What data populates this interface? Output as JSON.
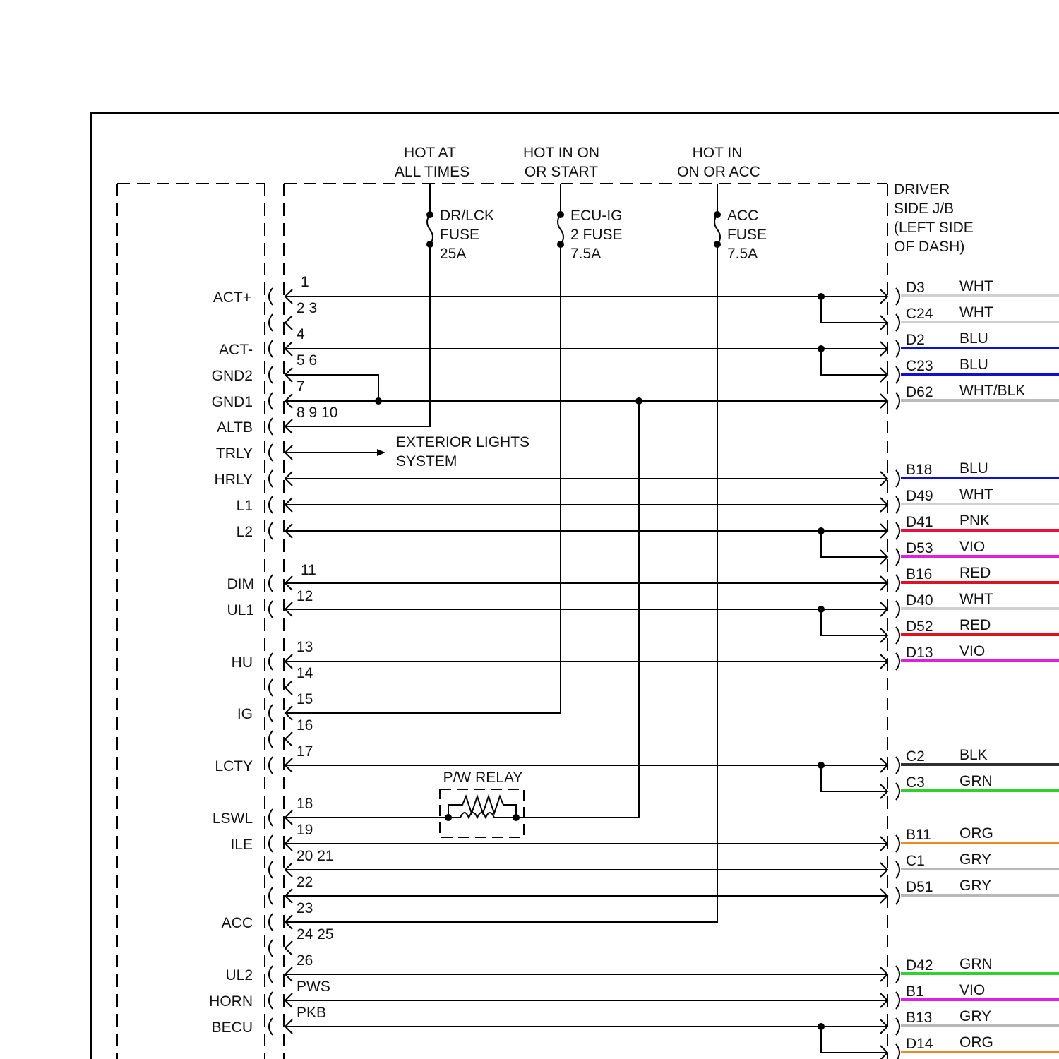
{
  "power_sources": [
    {
      "id": "drlck",
      "hot_label": [
        "HOT AT",
        "ALL TIMES"
      ],
      "fuse_label": [
        "DR/LCK",
        "FUSE",
        "25A"
      ]
    },
    {
      "id": "ecuig",
      "hot_label": [
        "HOT IN ON",
        "OR START"
      ],
      "fuse_label": [
        "ECU-IG",
        "2 FUSE",
        "7.5A"
      ]
    },
    {
      "id": "acc",
      "hot_label": [
        "HOT IN",
        "ON OR ACC"
      ],
      "fuse_label": [
        "ACC",
        "FUSE",
        "7.5A"
      ]
    }
  ],
  "junction_block_label": [
    "DRIVER",
    "SIDE J/B",
    "(LEFT SIDE",
    "OF DASH)"
  ],
  "ecu_pins": [
    "ACT+",
    "ACT-",
    "GND2",
    "GND1",
    "ALTB",
    "TRLY",
    "HRLY",
    "L1",
    "L2",
    "DIM",
    "UL1",
    "HU",
    "IG",
    "LCTY",
    "LSWL",
    "ILE",
    "ACC",
    "UL2",
    "HORN",
    "BECU"
  ],
  "pin_numbers": [
    "1",
    "2 3",
    "4",
    "5 6",
    "7",
    "8 9 10",
    "11",
    "12",
    "13",
    "14",
    "15",
    "16",
    "17",
    "18",
    "19",
    "20 21",
    "22",
    "23",
    "24 25",
    "26",
    "PWS",
    "PKB"
  ],
  "exterior_lights_label": [
    "EXTERIOR LIGHTS",
    "SYSTEM"
  ],
  "relay_label": "P/W RELAY",
  "connectors": [
    {
      "code": "D3",
      "wire": "WHT",
      "color": "#d0d0d0"
    },
    {
      "code": "C24",
      "wire": "WHT",
      "color": "#d0d0d0"
    },
    {
      "code": "D2",
      "wire": "BLU",
      "color": "#1010d0"
    },
    {
      "code": "C23",
      "wire": "BLU",
      "color": "#1010d0"
    },
    {
      "code": "D62",
      "wire": "WHT/BLK",
      "color": "#bbbbbb"
    },
    {
      "code": "B18",
      "wire": "BLU",
      "color": "#1010d0"
    },
    {
      "code": "D49",
      "wire": "WHT",
      "color": "#d0d0d0"
    },
    {
      "code": "D41",
      "wire": "PNK",
      "color": "#e8103c"
    },
    {
      "code": "D53",
      "wire": "VIO",
      "color": "#e020e0"
    },
    {
      "code": "B16",
      "wire": "RED",
      "color": "#e01020"
    },
    {
      "code": "D40",
      "wire": "WHT",
      "color": "#d0d0d0"
    },
    {
      "code": "D52",
      "wire": "RED",
      "color": "#e01020"
    },
    {
      "code": "D13",
      "wire": "VIO",
      "color": "#e020e0"
    },
    {
      "code": "C2",
      "wire": "BLK",
      "color": "#303030"
    },
    {
      "code": "C3",
      "wire": "GRN",
      "color": "#30d030"
    },
    {
      "code": "B11",
      "wire": "ORG",
      "color": "#f08820"
    },
    {
      "code": "C1",
      "wire": "GRY",
      "color": "#b8b8b8"
    },
    {
      "code": "D51",
      "wire": "GRY",
      "color": "#b8b8b8"
    },
    {
      "code": "D42",
      "wire": "GRN",
      "color": "#30d030"
    },
    {
      "code": "B1",
      "wire": "VIO",
      "color": "#e020e0"
    },
    {
      "code": "B13",
      "wire": "GRY",
      "color": "#b8b8b8"
    },
    {
      "code": "D14",
      "wire": "ORG",
      "color": "#f08820"
    }
  ]
}
